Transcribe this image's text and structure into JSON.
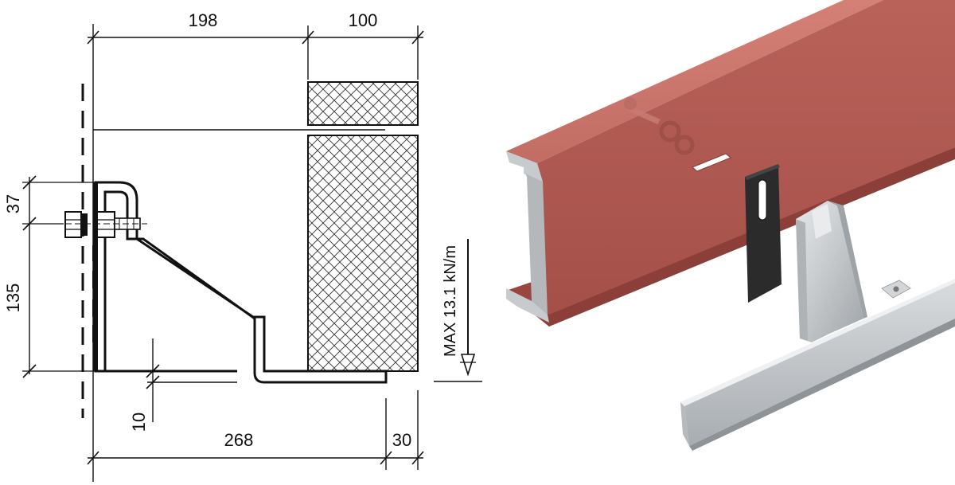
{
  "drawing": {
    "dimensions": {
      "top_left": "198",
      "top_right": "100",
      "left_small": "37",
      "left_large": "135",
      "bottom_main": "268",
      "bottom_right": "30",
      "bottom_small": "10"
    },
    "load_label": "MAX 13.1 kN/m"
  },
  "colors": {
    "beam": "#b15a52",
    "bracket": "#c9ccce",
    "plate": "#2a2a2a"
  }
}
